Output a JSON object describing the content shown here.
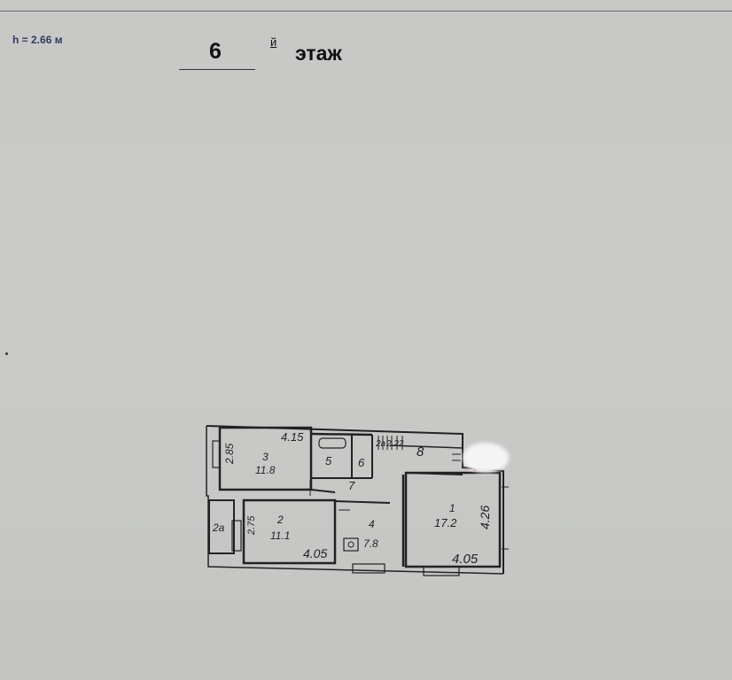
{
  "header": {
    "height_label": "h = 2.66 м",
    "floor_number": "6",
    "floor_suffix": "й",
    "floor_word": "этаж"
  },
  "plan": {
    "rooms": [
      {
        "id": "3",
        "area": "11.8",
        "width_label": "4.15",
        "depth_label": "2.85"
      },
      {
        "id": "5"
      },
      {
        "id": "6"
      },
      {
        "id": "7"
      },
      {
        "id": "2а",
        "area": "2.22"
      },
      {
        "id": "8"
      },
      {
        "id": "2",
        "area": "11.1",
        "width_label": "4.05",
        "depth_label": "2.75"
      },
      {
        "id": "2а"
      },
      {
        "id": "4",
        "area": "7.8"
      },
      {
        "id": "1",
        "area": "17.2",
        "width_label": "4.05",
        "depth_label": "4.26"
      }
    ]
  }
}
